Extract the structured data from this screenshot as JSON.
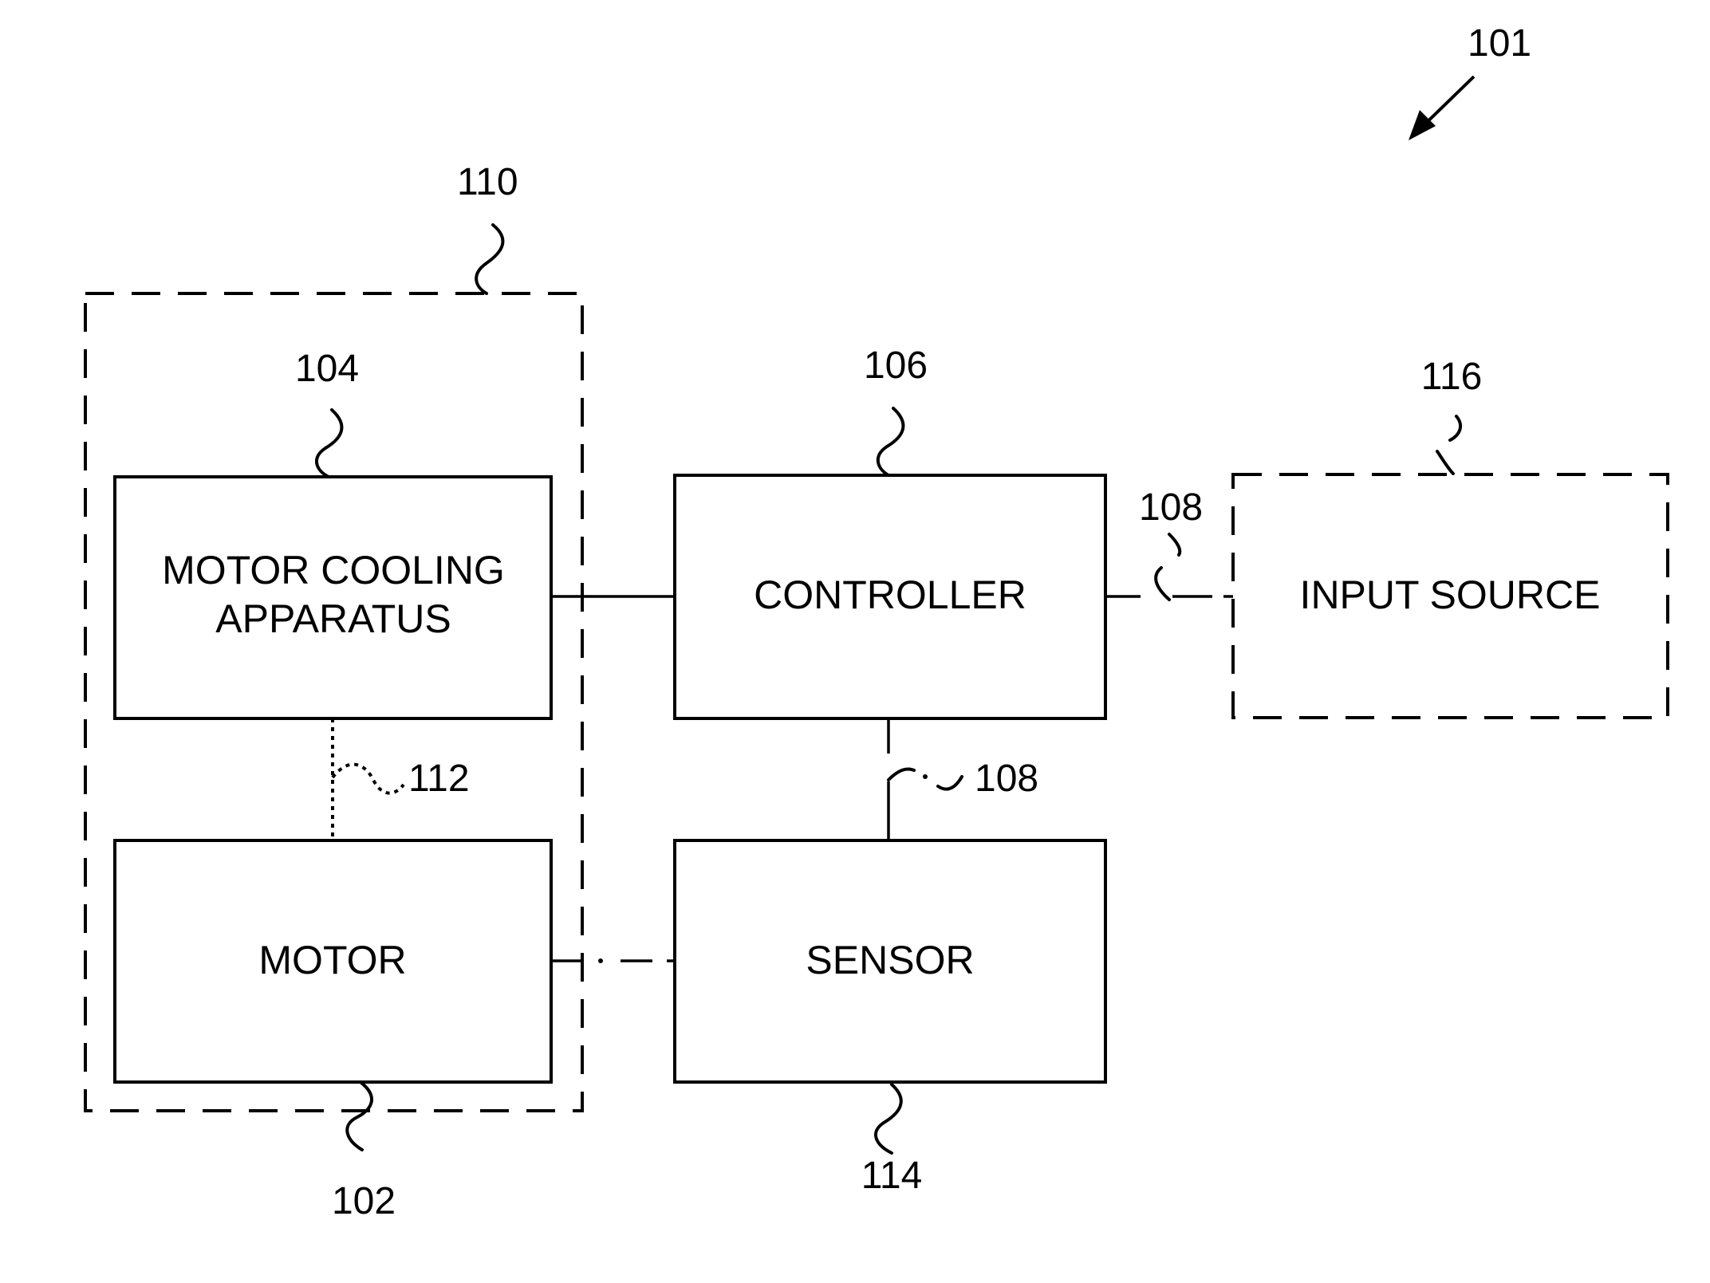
{
  "figure_ref": "101",
  "blocks": {
    "motor_cooling_apparatus": {
      "line1": "MOTOR COOLING",
      "line2": "APPARATUS",
      "ref": "104"
    },
    "motor": {
      "label": "MOTOR",
      "ref": "102"
    },
    "controller": {
      "label": "CONTROLLER",
      "ref": "106"
    },
    "sensor": {
      "label": "SENSOR",
      "ref": "114"
    },
    "input_source": {
      "label": "INPUT SOURCE",
      "ref": "116"
    },
    "motor_group": {
      "ref": "110"
    }
  },
  "connections": {
    "input_link_ref": "108",
    "sensor_link_ref": "108",
    "cooling_link_ref": "112"
  }
}
